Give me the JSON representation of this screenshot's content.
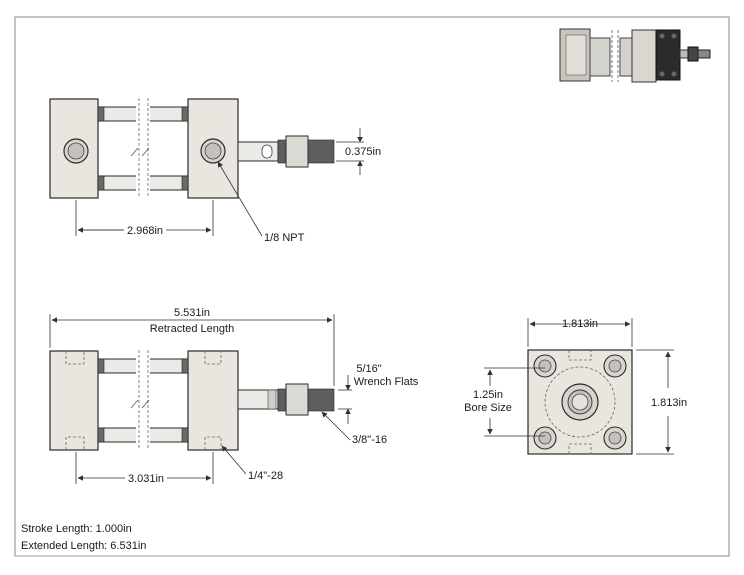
{
  "labels": {
    "top_rod_dia": "0.375in",
    "top_port_spacing": "2.968in",
    "top_port_thread": "1/8 NPT",
    "retracted_value": "5.531in",
    "retracted_caption": "Retracted Length",
    "wrench_value": "5/16\"",
    "wrench_caption": "Wrench Flats",
    "rod_thread": "3/8\"-16",
    "mount_spacing": "3.031in",
    "mount_thread": "1/4\"-28",
    "end_width": "1.813in",
    "end_height": "1.813in",
    "bore_value": "1.25in",
    "bore_caption": "Bore Size"
  },
  "notes": {
    "stroke": "Stroke Length: 1.000in",
    "extended": "Extended Length: 6.531in"
  }
}
